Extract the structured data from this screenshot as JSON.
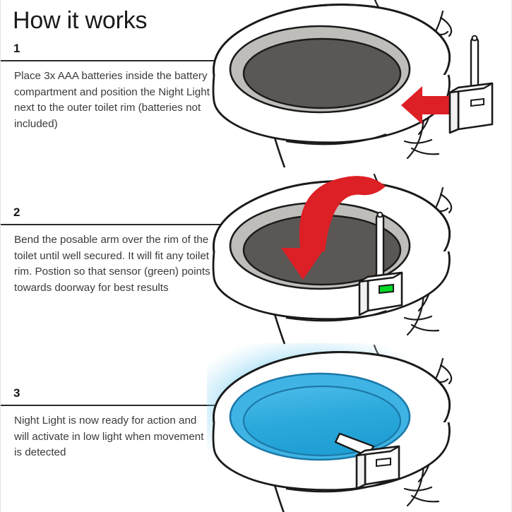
{
  "page": {
    "title": "How it works",
    "background": "#ffffff"
  },
  "palette": {
    "arrow_red": "#DD1F26",
    "glow_blue": "#29ABE2",
    "bowl_blue_light": "#5FC6EE",
    "sensor_green": "#00D926",
    "bowl_interior_gray": "#5B5755",
    "bowl_rim_gray": "#BFBDBA",
    "outline_black": "#1a1a1a",
    "rule_gray": "#2a2a2a",
    "body_text": "#3b3b3b"
  },
  "steps": [
    {
      "number": "1",
      "text": "Place 3x AAA batteries inside the battery compartment and position the Night Light next to the outer toilet rim (batteries not included)",
      "figure": {
        "name": "toilet-with-device-beside-rim",
        "annotation_icon": "red-left-arrow-icon",
        "device_state": "detached",
        "bowl_state": "unlit"
      }
    },
    {
      "number": "2",
      "text": "Bend the posable arm over the rim of the toilet until well secured. It will fit any toilet rim. Postion so that sensor (green) points towards doorway for best results",
      "figure": {
        "name": "toilet-with-device-mounted-on-rim",
        "annotation_icon": "red-curved-down-arrow-icon",
        "device_state": "mounted-arm-straight",
        "sensor_color": "#00D926",
        "bowl_state": "unlit"
      }
    },
    {
      "number": "3",
      "text": "Night Light is now ready for action and will activate in low light when movement is detected",
      "figure": {
        "name": "toilet-glowing-blue-with-device",
        "annotation_icon": "none",
        "device_state": "mounted-arm-bent",
        "bowl_state": "glowing-blue"
      }
    }
  ]
}
